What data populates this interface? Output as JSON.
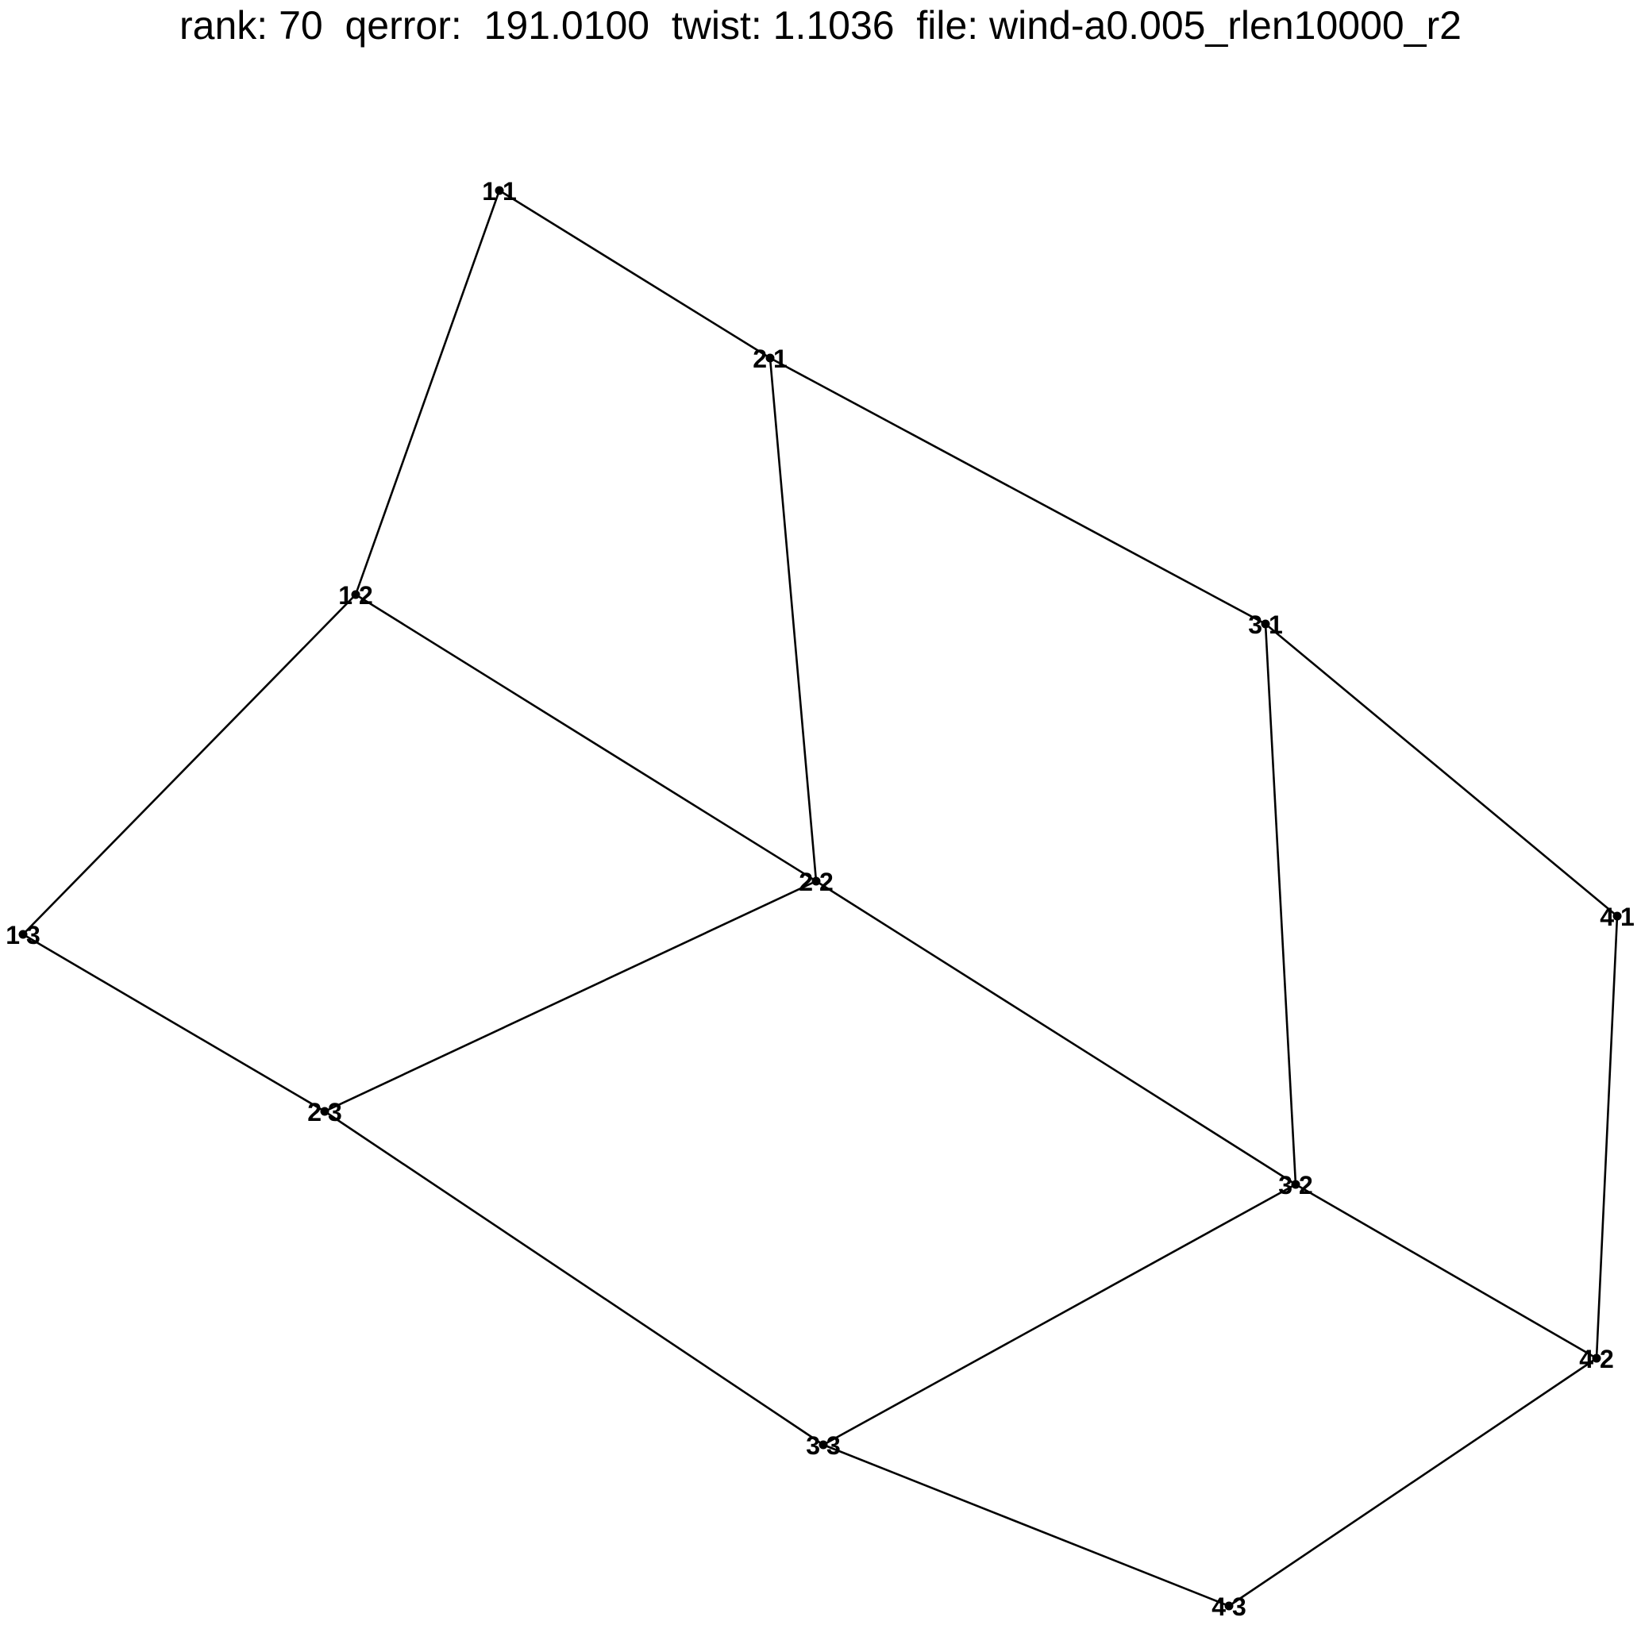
{
  "title": "rank: 70  qerror:  191.0100  twist: 1.1036  file: wind-a0.005_rlen10000_r2",
  "nodes": [
    {
      "id": "1:1",
      "left": "1",
      "right": "1"
    },
    {
      "id": "2:1",
      "left": "2",
      "right": "1"
    },
    {
      "id": "1:2",
      "left": "1",
      "right": "2"
    },
    {
      "id": "3:1",
      "left": "3",
      "right": "1"
    },
    {
      "id": "2:2",
      "left": "2",
      "right": "2"
    },
    {
      "id": "1:3",
      "left": "1",
      "right": "3"
    },
    {
      "id": "4:1",
      "left": "4",
      "right": "1"
    },
    {
      "id": "2:3",
      "left": "2",
      "right": "3"
    },
    {
      "id": "3:2",
      "left": "3",
      "right": "2"
    },
    {
      "id": "4:2",
      "left": "4",
      "right": "2"
    },
    {
      "id": "3:3",
      "left": "3",
      "right": "3"
    },
    {
      "id": "4:3",
      "left": "4",
      "right": "3"
    }
  ],
  "edges": [
    [
      "1:1",
      "2:1"
    ],
    [
      "1:1",
      "1:2"
    ],
    [
      "2:1",
      "3:1"
    ],
    [
      "2:1",
      "2:2"
    ],
    [
      "1:2",
      "2:2"
    ],
    [
      "1:2",
      "1:3"
    ],
    [
      "3:1",
      "4:1"
    ],
    [
      "3:1",
      "3:2"
    ],
    [
      "2:2",
      "3:2"
    ],
    [
      "2:2",
      "2:3"
    ],
    [
      "1:3",
      "2:3"
    ],
    [
      "4:1",
      "4:2"
    ],
    [
      "2:3",
      "3:3"
    ],
    [
      "3:2",
      "4:2"
    ],
    [
      "3:2",
      "3:3"
    ],
    [
      "4:2",
      "4:3"
    ],
    [
      "3:3",
      "4:3"
    ]
  ]
}
